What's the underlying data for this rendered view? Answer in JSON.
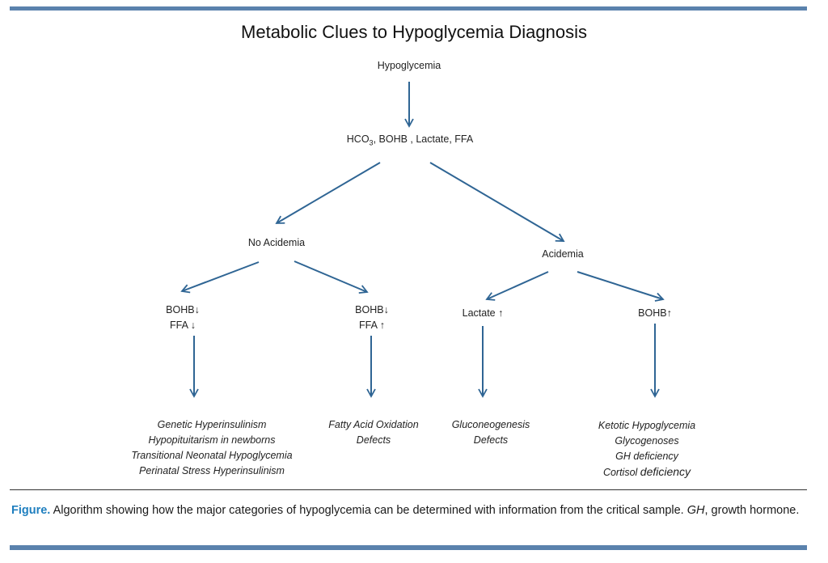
{
  "title": "Metabolic Clues to Hypoglycemia Diagnosis",
  "nodes": {
    "root": "Hypoglycemia",
    "tests": {
      "hco": "HCO",
      "hco_sub": "3",
      "rest": ", BOHB , Lactate, FFA"
    },
    "no_acidemia": "No Acidemia",
    "acidemia": "Acidemia",
    "bohb_ffa_down": {
      "line1": "BOHB↓",
      "line2": "FFA ↓"
    },
    "bohb_down_ffa_up": {
      "line1": "BOHB↓",
      "line2": "FFA ↑"
    },
    "lactate_up": "Lactate ↑",
    "bohb_up": "BOHB↑"
  },
  "leaves": {
    "hyperinsulinism": [
      "Genetic Hyperinsulinism",
      "Hypopituitarism in newborns",
      "Transitional Neonatal Hypoglycemia",
      "Perinatal Stress Hyperinsulinism"
    ],
    "fatty_acid": [
      "Fatty Acid Oxidation",
      "Defects"
    ],
    "gluconeogenesis": [
      "Gluconeogenesis",
      "Defects"
    ],
    "ketotic": [
      "Ketotic Hypoglycemia",
      "Glycogenoses",
      "GH deficiency"
    ],
    "ketotic_last_prefix": "Cortisol ",
    "ketotic_last_suffix": "deficiency"
  },
  "caption": {
    "label": "Figure.",
    "text_before_gh": " Algorithm showing how the major categories of hypoglycemia can be determined with information from the critical sample. ",
    "gh": "GH",
    "text_after_gh": ", growth hormone."
  },
  "colors": {
    "arrow": "#2f6594",
    "rule": "#5a82ad",
    "caption_label": "#1f7fbf"
  }
}
